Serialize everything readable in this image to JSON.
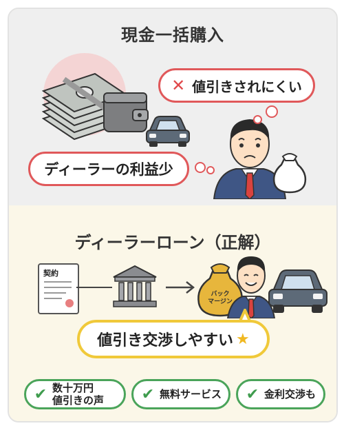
{
  "top": {
    "title": "現金一括購入",
    "bubble_hard": "値引きされにくい",
    "bubble_profit": "ディーラーの利益少"
  },
  "bottom": {
    "title": "ディーラーローン（正解）",
    "contract_label": "契約",
    "bag_label_line1": "バック",
    "bag_label_line2": "マージン",
    "highlight": "値引き交渉しやすい"
  },
  "benefits": [
    {
      "line1": "数十万円",
      "line2": "値引きの声"
    },
    {
      "line1": "無料サービス",
      "line2": ""
    },
    {
      "line1": "金利交渉も",
      "line2": ""
    }
  ],
  "colors": {
    "negative": "#e0585a",
    "positive": "#4aa45a",
    "accent": "#f0c93a"
  }
}
